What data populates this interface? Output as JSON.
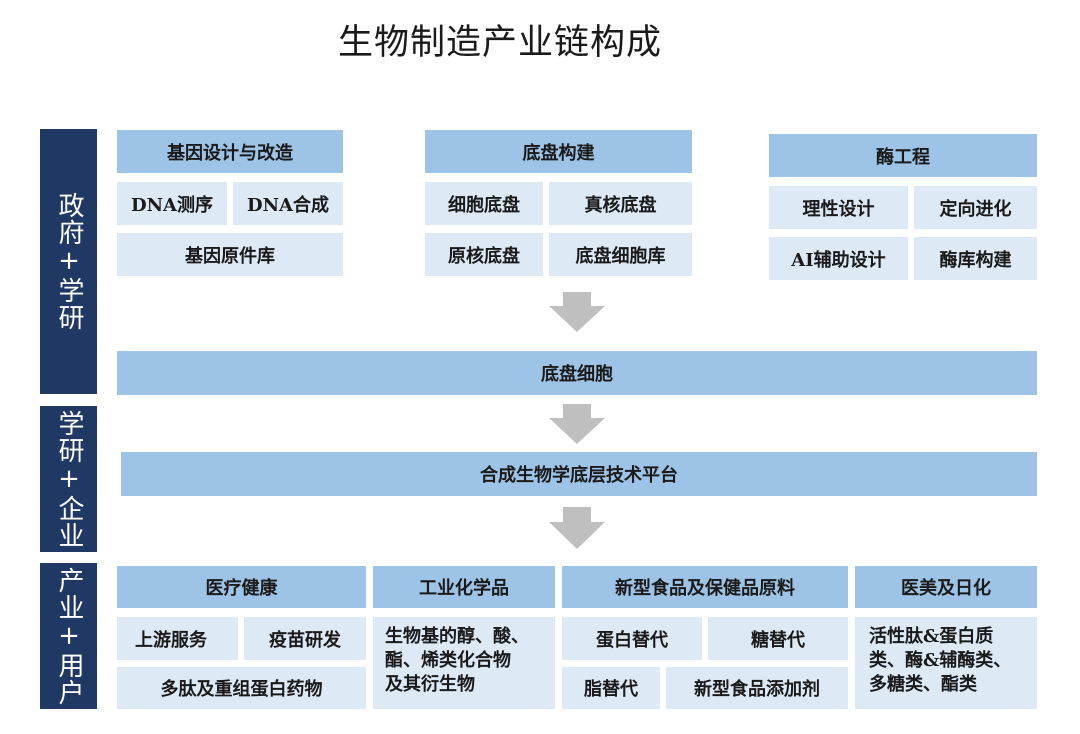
{
  "title": "生物制造产业链构成",
  "side_labels": [
    "政府+学研",
    "学研+企业",
    "产业+用户"
  ],
  "research": {
    "gene": {
      "header": "基因设计与改造",
      "items": [
        "DNA测序",
        "DNA合成",
        "基因原件库"
      ]
    },
    "chassis": {
      "header": "底盘构建",
      "items": [
        "细胞底盘",
        "真核底盘",
        "原核底盘",
        "底盘细胞库"
      ]
    },
    "enzyme": {
      "header": "酶工程",
      "items": [
        "理性设计",
        "定向进化",
        "AI辅助设计",
        "酶库构建"
      ]
    }
  },
  "chassis_cell": "底盘细胞",
  "platform": "合成生物学底层技术平台",
  "industry": {
    "medical": {
      "header": "医疗健康",
      "items": [
        "上游服务",
        "疫苗研发",
        "多肽及重组蛋白药物"
      ]
    },
    "chemical": {
      "header": "工业化学品",
      "text": "生物基的醇、酸、\n酯、烯类化合物\n及其衍生物"
    },
    "food": {
      "header": "新型食品及保健品原料",
      "items": [
        "蛋白替代",
        "糖替代",
        "脂替代",
        "新型食品添加剂"
      ]
    },
    "beauty": {
      "header": "医美及日化",
      "text": "活性肽&蛋白质\n类、酶&辅酶类、\n多糖类、酯类"
    }
  },
  "colors": {
    "navy": "#1f3864",
    "header_blue": "#9dc3e6",
    "cell_blue": "#dde9f5",
    "arrow_gray": "#bfbfbf"
  }
}
